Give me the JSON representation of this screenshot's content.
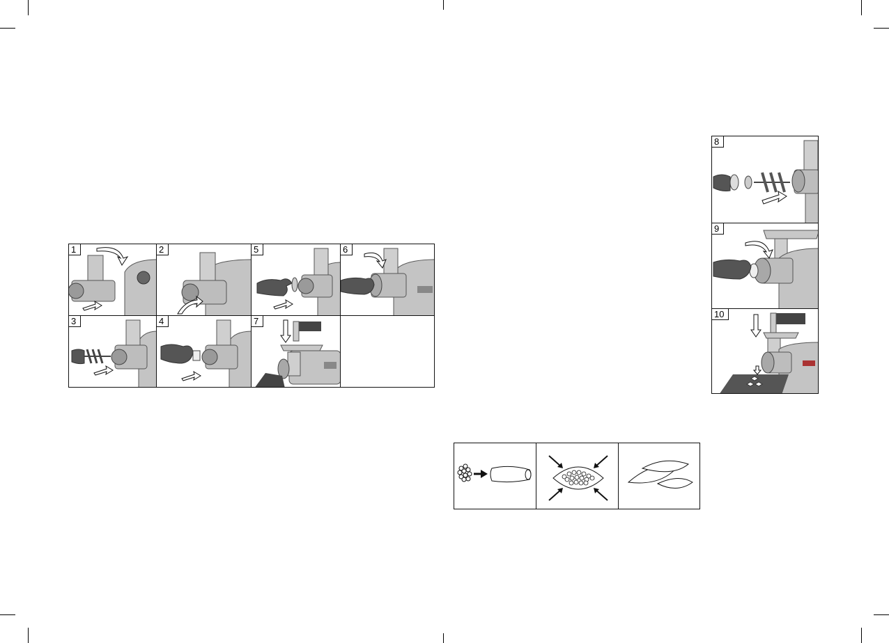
{
  "figure_a": {
    "steps": [
      {
        "label": "1"
      },
      {
        "label": "2"
      },
      {
        "label": "5"
      },
      {
        "label": "6"
      },
      {
        "label": "3"
      },
      {
        "label": "4"
      },
      {
        "label": "7"
      }
    ]
  },
  "figure_b": {
    "steps": [
      {
        "label": "8"
      },
      {
        "label": "9"
      },
      {
        "label": "10"
      }
    ]
  },
  "colors": {
    "frame": "#111111",
    "metal": "#b8b8b8",
    "hand": "#555555",
    "arrow": "#ffffff"
  }
}
